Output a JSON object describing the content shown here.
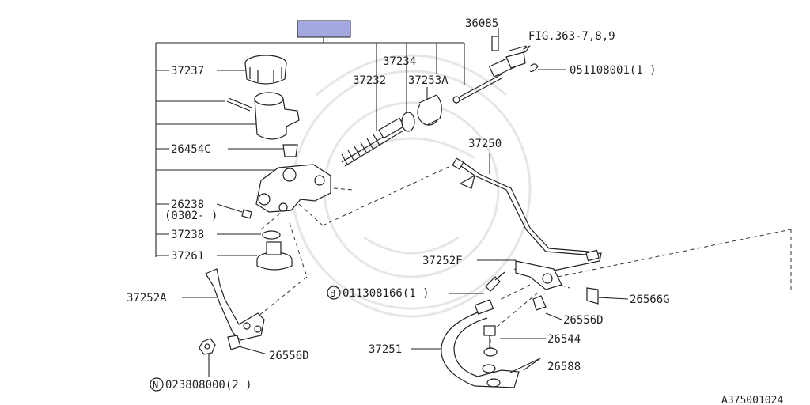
{
  "diagram": {
    "header_box_color": "#a3a8e0",
    "labels": {
      "p36085": "36085",
      "fig_ref": "FIG.363-7,8,9",
      "p37234": "37234",
      "p37237": "37237",
      "p37232": "37232",
      "p37253a": "37253A",
      "p051108001": "051108001(1 )",
      "p26454c": "26454C",
      "p37250": "37250",
      "p26238": "26238",
      "p26238_note": "(0302- )",
      "p37238": "37238",
      "p37261": "37261",
      "p37252f": "37252F",
      "p37252a": "37252A",
      "p011308166": "011308166(1 )",
      "circle_b": "B",
      "p26566g": "26566G",
      "p26556_right": "26556D",
      "p26544": "26544",
      "p37251": "37251",
      "p26556_bottom": "26556D",
      "p26588": "26588",
      "p023808000": "023808000(2 )",
      "circle_n": "N",
      "figure_code": "A375001024"
    }
  }
}
